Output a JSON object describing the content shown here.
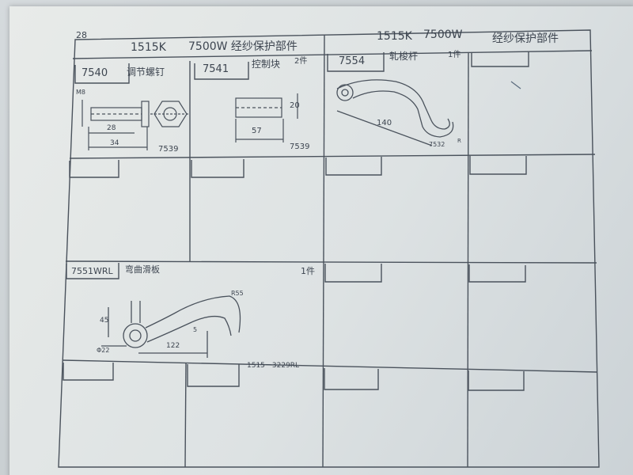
{
  "page_number": "28",
  "header": {
    "left_model": "1515K",
    "left_title": "7500W 经纱保护部件",
    "right_model": "1515K",
    "right_code": "7500W",
    "right_title": "经纱保护部件"
  },
  "parts": [
    {
      "code": "7540",
      "name": "调节螺钉",
      "quantity": "",
      "drawing_no": "7539",
      "dimensions": [
        "M8",
        "28",
        "34"
      ]
    },
    {
      "code": "7541",
      "name": "控制块",
      "quantity": "2件",
      "drawing_no": "7539",
      "dimensions": [
        "57",
        "20"
      ]
    },
    {
      "code": "7554",
      "name": "轧梭杆",
      "quantity": "1件",
      "drawing_no": "7532",
      "dimensions": [
        "140",
        "R"
      ]
    },
    {
      "code": "7551WRL",
      "name": "弯曲滑板",
      "quantity": "1件",
      "drawing_no": "1515－3229RL",
      "dimensions": [
        "45",
        "Φ22",
        "122",
        "5",
        "R55"
      ]
    }
  ]
}
